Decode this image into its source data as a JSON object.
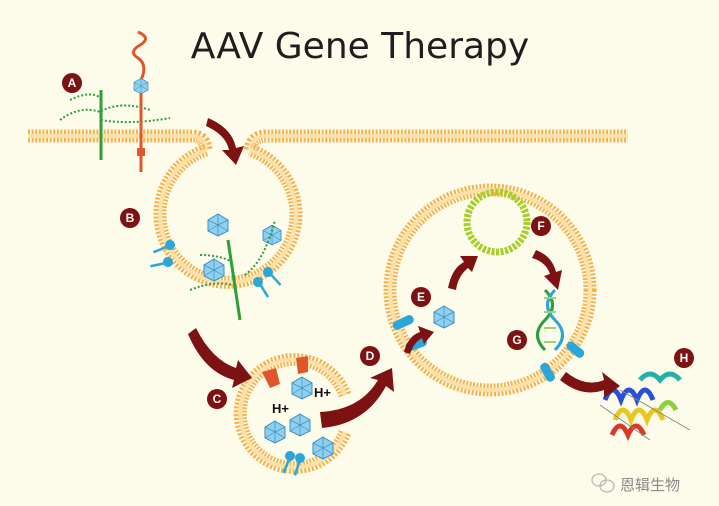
{
  "title": "AAV Gene Therapy",
  "step_labels": {
    "a": "A",
    "b": "B",
    "c": "C",
    "d": "D",
    "e": "E",
    "f": "F",
    "g": "G",
    "h": "H"
  },
  "proton_label": "H+",
  "watermark": "恩辑生物",
  "colors": {
    "background": "#fdfbea",
    "membrane": "#f4b350",
    "arrow": "#7d1212",
    "label": "#7d1212",
    "receptor": "#2aa6d8",
    "green_chain": "#2f9e3a",
    "capsid": "#7cc4e8",
    "nuclear_ring": "#a6cf2a"
  }
}
